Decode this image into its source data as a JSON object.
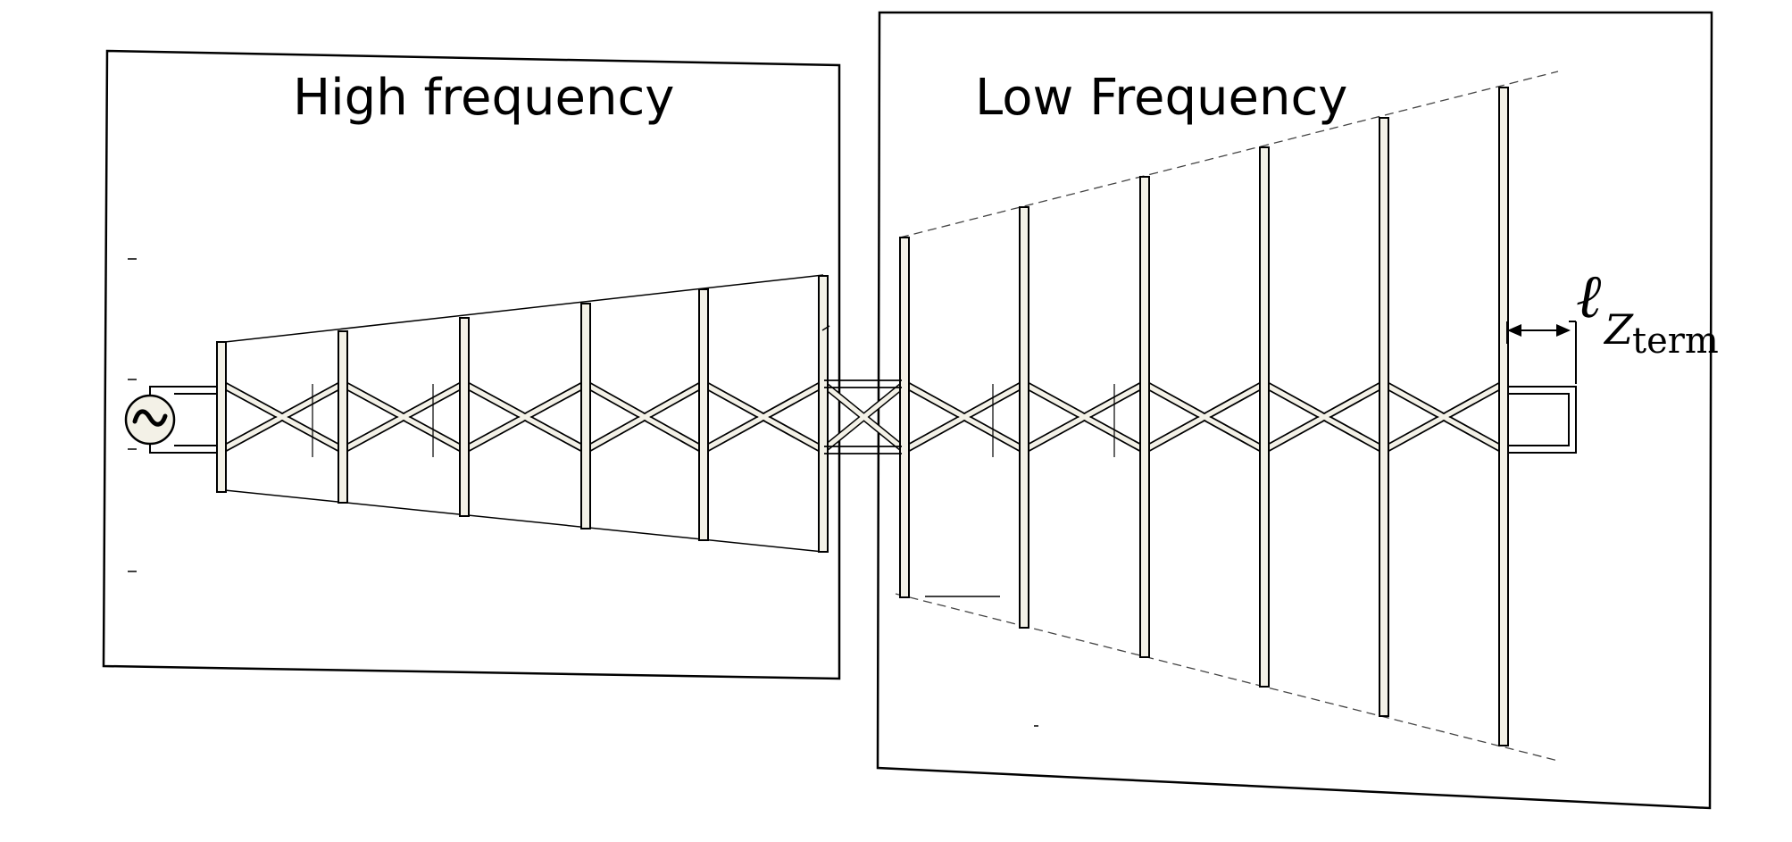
{
  "panels": {
    "high": {
      "title": "High frequency"
    },
    "low": {
      "title": "Low Frequency"
    }
  },
  "termination_label": {
    "symbol": "ℓ",
    "subscript_base": "Z",
    "subscript_sub": "term"
  },
  "source": {
    "symbol": "~",
    "icon": "ac-source-icon"
  },
  "element_counts": {
    "high_frequency": 6,
    "low_frequency": 6
  },
  "colors": {
    "line": "#000000",
    "element_fill": "#f3f1e7",
    "background": "#ffffff"
  }
}
